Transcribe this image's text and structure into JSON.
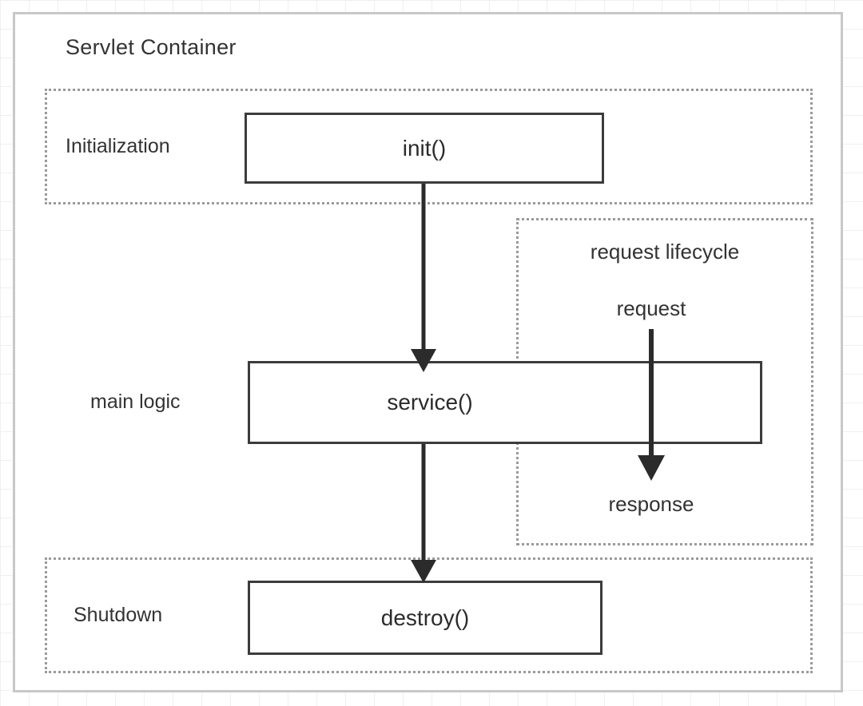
{
  "diagram": {
    "title": "Servlet Container",
    "sections": [
      {
        "id": "initialization",
        "label": "Initialization"
      },
      {
        "id": "main-logic",
        "label": "main logic"
      },
      {
        "id": "shutdown",
        "label": "Shutdown"
      }
    ],
    "lifecycle": {
      "title": "request lifecycle",
      "request_label": "request",
      "response_label": "response"
    },
    "methods": {
      "init": "init()",
      "service": "service()",
      "destroy": "destroy()"
    },
    "colors": {
      "outer_border": "#c8c8c8",
      "dotted_border": "#9a9a9a",
      "box_border": "#3c3c3c",
      "text": "#333333",
      "arrow": "#2b2b2b",
      "grid": "#f0f0f0",
      "background": "#ffffff"
    },
    "flows": [
      {
        "from": "init()",
        "to": "service()",
        "direction": "down"
      },
      {
        "from": "service()",
        "to": "destroy()",
        "direction": "down"
      },
      {
        "from": "request",
        "to": "response",
        "direction": "down"
      }
    ]
  }
}
